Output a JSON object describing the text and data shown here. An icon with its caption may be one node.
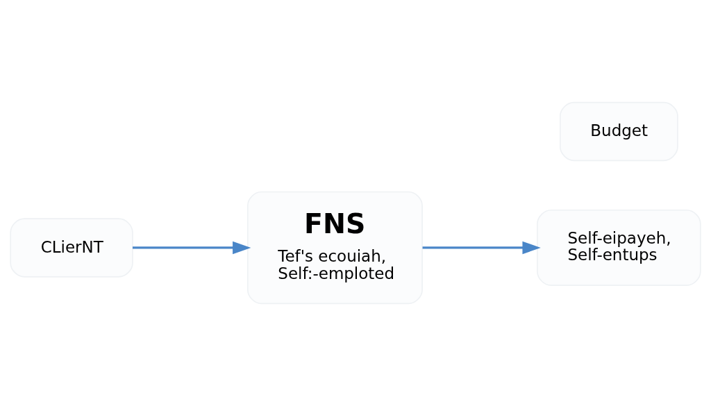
{
  "diagram": {
    "nodes": [
      {
        "text": [
          "CLierNT"
        ]
      },
      {
        "text": [
          "FNS",
          "Tef's ecouiah, Self:-emploted"
        ]
      },
      {
        "text": [
          "Budget"
        ]
      },
      {
        "text": [
          "Self-eipayeh, Self-entups"
        ]
      }
    ],
    "edges": [
      {
        "from": 0,
        "to": 1,
        "arrow": "to"
      },
      {
        "from": 1,
        "to": 3,
        "arrow": "to"
      }
    ]
  }
}
